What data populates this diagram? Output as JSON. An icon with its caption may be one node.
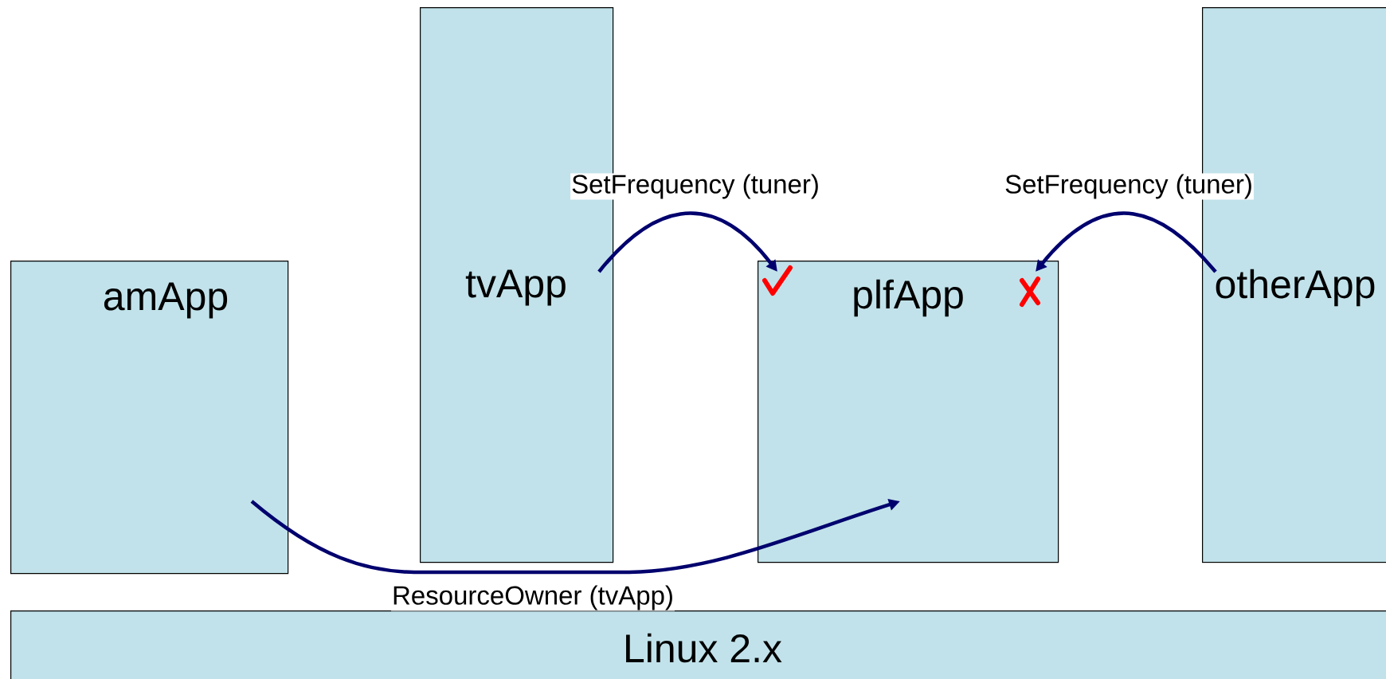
{
  "diagram": {
    "nodes": [
      {
        "text": [
          "amApp"
        ]
      },
      {
        "text": [
          "tvApp"
        ]
      },
      {
        "text": [
          "plfApp"
        ]
      },
      {
        "text": [
          "otherApp"
        ]
      },
      {
        "text": [
          "Linux 2.x"
        ]
      }
    ],
    "edges": [
      {
        "from": 1,
        "to": 2,
        "arrow": "to",
        "label": "SetFrequency (tuner)"
      },
      {
        "from": 3,
        "to": 2,
        "arrow": "to",
        "label": "SetFrequency (tuner)"
      },
      {
        "from": 0,
        "to": 2,
        "arrow": "to",
        "label": "ResourceOwner (tvApp)"
      }
    ]
  }
}
